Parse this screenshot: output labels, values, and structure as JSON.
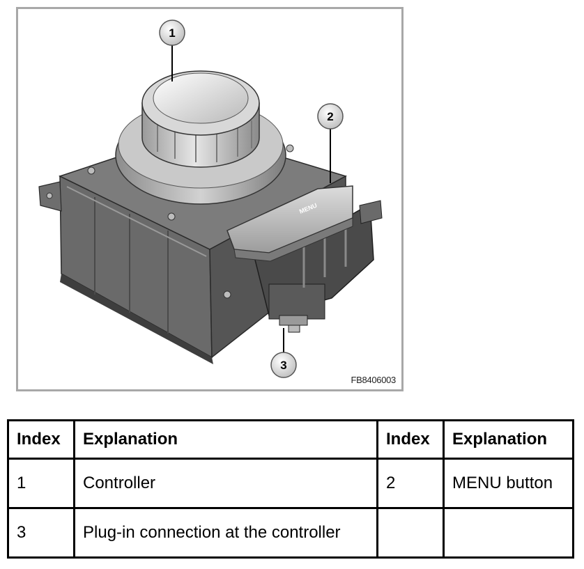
{
  "figure": {
    "code": "FB8406003",
    "callouts": [
      "1",
      "2",
      "3"
    ],
    "button_text": "MENU"
  },
  "legend": {
    "headers": [
      "Index",
      "Explanation",
      "Index",
      "Explanation"
    ],
    "rows": [
      {
        "index_a": "1",
        "explanation_a": "Controller",
        "index_b": "2",
        "explanation_b": "MENU button"
      },
      {
        "index_a": "3",
        "explanation_a": "Plug-in connection at the controller",
        "index_b": "",
        "explanation_b": ""
      }
    ]
  }
}
